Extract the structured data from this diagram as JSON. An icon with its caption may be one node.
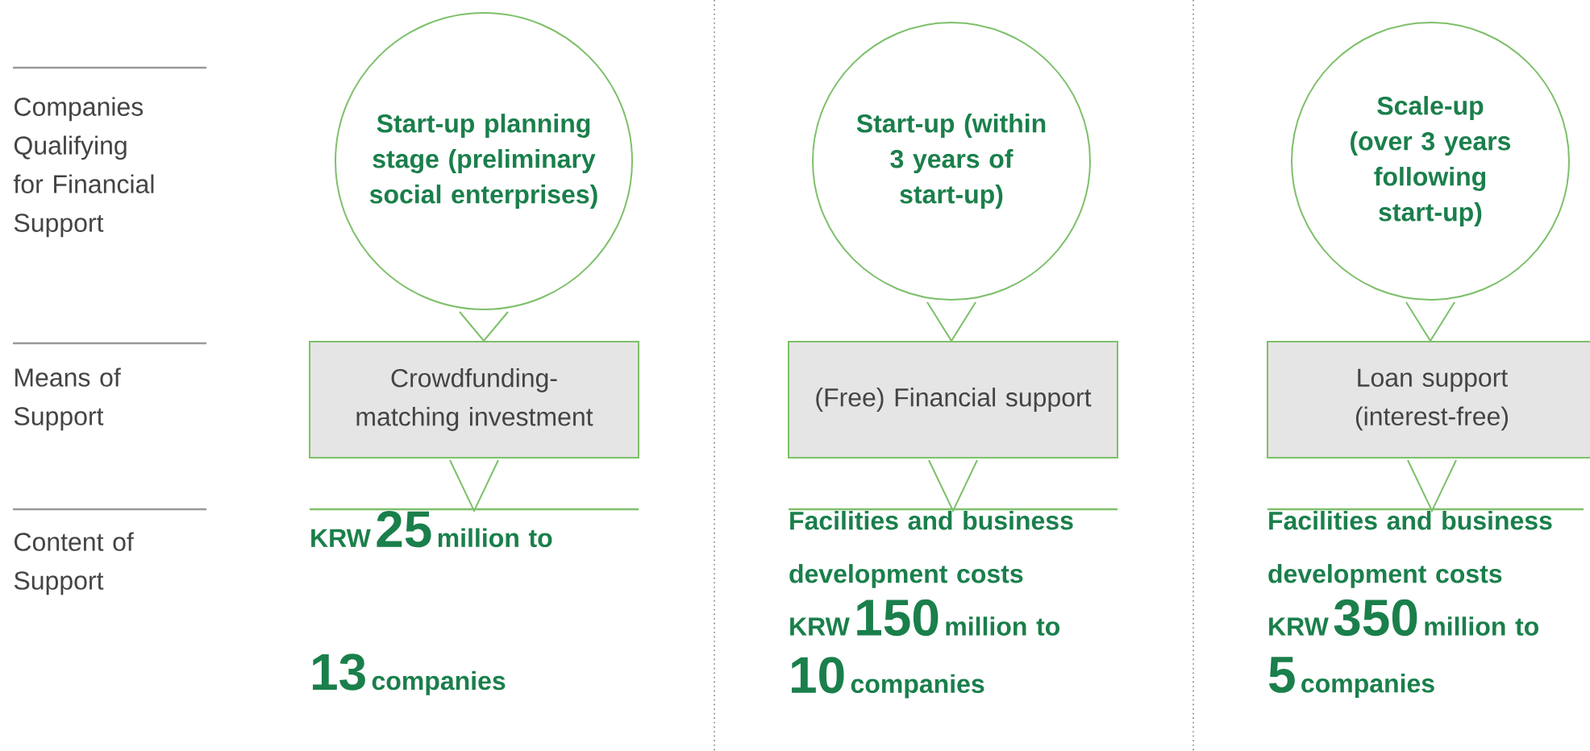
{
  "diagram": {
    "nodes": [
      {
        "text": [
          "Start-up planning stage (preliminary social enterprises)"
        ]
      },
      {
        "text": [
          "Start-up (within 3 years of start-up)"
        ]
      },
      {
        "text": [
          "Scale-up (over 3 years following start-up)"
        ]
      },
      {
        "text": [
          "Crowdfunding-matching investment"
        ]
      },
      {
        "text": [
          "(Free) Financial support"
        ]
      },
      {
        "text": [
          "Loan support (interest-free)"
        ]
      },
      {
        "text": [
          "KRW",
          "25",
          "million to",
          "13",
          "companies"
        ]
      },
      {
        "text": [
          "Facilities and business development costs",
          "KRW",
          "150",
          "million to",
          "10",
          "companies"
        ]
      },
      {
        "text": [
          "Facilities and business development costs",
          "KRW",
          "350",
          "million to",
          "5",
          "companies"
        ]
      }
    ],
    "edges": [
      {
        "from": 0,
        "to": 3,
        "arrow": "to"
      },
      {
        "from": 1,
        "to": 4,
        "arrow": "to"
      },
      {
        "from": 2,
        "to": 5,
        "arrow": "to"
      },
      {
        "from": 3,
        "to": 6,
        "arrow": "to"
      },
      {
        "from": 4,
        "to": 7,
        "arrow": "to"
      },
      {
        "from": 5,
        "to": 8,
        "arrow": "to"
      }
    ],
    "labels": [
      "Companies Qualifying for Financial Support",
      "Means of Support",
      "Content of Support"
    ]
  }
}
